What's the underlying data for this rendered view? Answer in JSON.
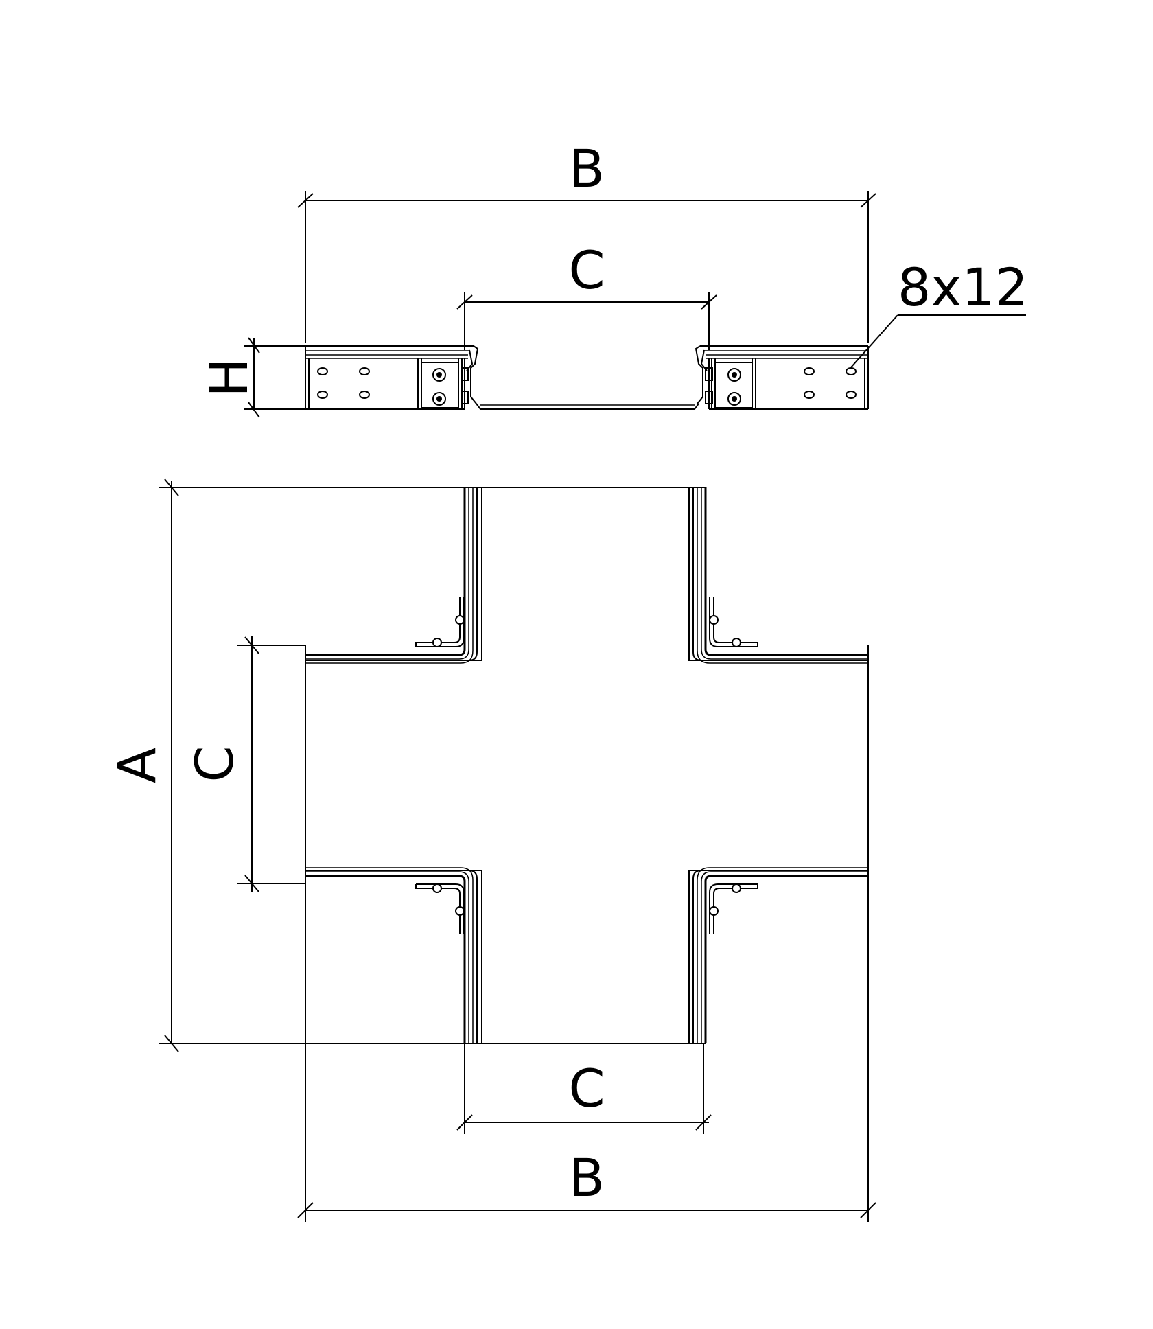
{
  "labels": {
    "top_b": "B",
    "top_c": "C",
    "hole_size": "8x12",
    "height": "H",
    "overall_a": "A",
    "side_c": "C",
    "bottom_c": "C",
    "bottom_b": "B"
  },
  "colors": {
    "line": "#000000",
    "background": "#ffffff"
  }
}
